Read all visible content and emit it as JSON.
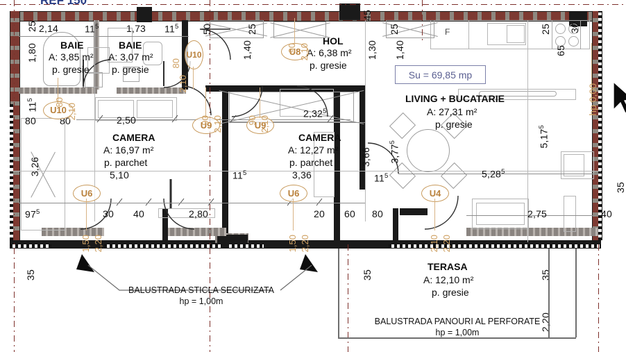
{
  "drawing": {
    "top_label": "REF 150",
    "area_summary": "Su = 69,85 mp",
    "area_summary_color": "#5a5f91"
  },
  "rooms": [
    {
      "id": "baie-1",
      "name": "BAIE",
      "area": "A: 3,85 m²",
      "finish": "p. gresie"
    },
    {
      "id": "baie-2",
      "name": "BAIE",
      "area": "A: 3,07 m²",
      "finish": "p. gresie"
    },
    {
      "id": "hol",
      "name": "HOL",
      "area": "A: 6,38 m²",
      "finish": "p. gresie"
    },
    {
      "id": "living",
      "name": "LIVING + BUCATARIE",
      "area": "A: 27,31 m²",
      "finish": "p. gresie"
    },
    {
      "id": "camera-1",
      "name": "CAMERA",
      "area": "A: 16,97 m²",
      "finish": "p. parchet"
    },
    {
      "id": "camera-2",
      "name": "CAMERA",
      "area": "A: 12,27 m²",
      "finish": "p. parchet"
    },
    {
      "id": "terasa",
      "name": "TERASA",
      "area": "A: 12,10 m²",
      "finish": "p. gresie"
    }
  ],
  "openings": [
    {
      "tag": "U10",
      "width": "80",
      "height": "2,10"
    },
    {
      "tag": "U10",
      "width": "80",
      "height": "2,10"
    },
    {
      "tag": "U8",
      "width": "90",
      "height": "2,10"
    },
    {
      "tag": "U9",
      "width": "90",
      "height": "2,10"
    },
    {
      "tag": "U9",
      "width": "90",
      "height": "2,10"
    },
    {
      "tag": "U6",
      "width": "1,50",
      "height": "2,20"
    },
    {
      "tag": "U6",
      "width": "1,50",
      "height": "2,20"
    },
    {
      "tag": "U4",
      "width": "2,10",
      "height": "2,20"
    }
  ],
  "parapet_label": "hp 0,00",
  "dimensions": {
    "top_row": [
      "2,14",
      "11",
      "1,73",
      "11",
      "50",
      "25",
      "90",
      "2,10",
      "45",
      "25",
      "25",
      "30"
    ],
    "top_small_sup": "5",
    "left_col": [
      "25",
      "1,80",
      "11",
      "80",
      "3,26",
      "97"
    ],
    "interior": [
      "2,50",
      "5,10",
      "2,32",
      "3,36",
      "11",
      "1,40",
      "1,30",
      "1,40",
      "3,66",
      "3,77",
      "5,17",
      "5,28",
      "2,75",
      "65",
      "40"
    ],
    "bottom_row": [
      "30",
      "40",
      "2,80",
      "20",
      "60",
      "80",
      "35",
      "35",
      "35",
      "2,20",
      "40"
    ],
    "labels_vertical_left": [
      "1,80",
      "3,26",
      "1,40"
    ]
  },
  "dim_texts": {
    "d_2_14": "2,14",
    "d_1_73": "1,73",
    "d_11_5a": "11",
    "d_11_5b": "11",
    "d_50": "50",
    "d_25a": "25",
    "d_25b": "25",
    "d_25c": "25",
    "d_25d": "25",
    "d_45": "45",
    "d_30r": "30",
    "d_65": "65",
    "d_1_80": "1,80",
    "d_11_5left": "11",
    "d_80left": "80",
    "d_3_26": "3,26",
    "d_97_5": "97",
    "d_80b": "80",
    "d_2_50": "2,50",
    "d_5_10": "5,10",
    "d_2_32": "2,32",
    "d_3_36": "3,36",
    "d_11_5mid": "11",
    "d_11_5mid2": "11",
    "d_1_40a": "1,40",
    "d_1_40b": "1,40",
    "d_1_30": "1,30",
    "d_3_66": "3,66",
    "d_3_77": "3,77",
    "d_5_17": "5,17",
    "d_5_28": "5,28",
    "d_2_75": "2,75",
    "d_30": "30",
    "d_40": "40",
    "d_2_80": "2,80",
    "d_20": "20",
    "d_60": "60",
    "d_80c": "80",
    "d_35a": "35",
    "d_35b": "35",
    "d_35c": "35",
    "d_2_20t": "2,20",
    "d_40r": "40",
    "d_35r": "35"
  },
  "annotations": [
    {
      "id": "balustrada-sticla",
      "line1": "BALUSTRADA STICLA SECURIZATA",
      "line2": "hp = 1,00m"
    },
    {
      "id": "balustrada-panouri",
      "line1": "BALUSTRADA PANOURI AL PERFORATE",
      "line2": "hp = 1,00m"
    }
  ],
  "fixtures": {
    "fridge_label": "F"
  }
}
